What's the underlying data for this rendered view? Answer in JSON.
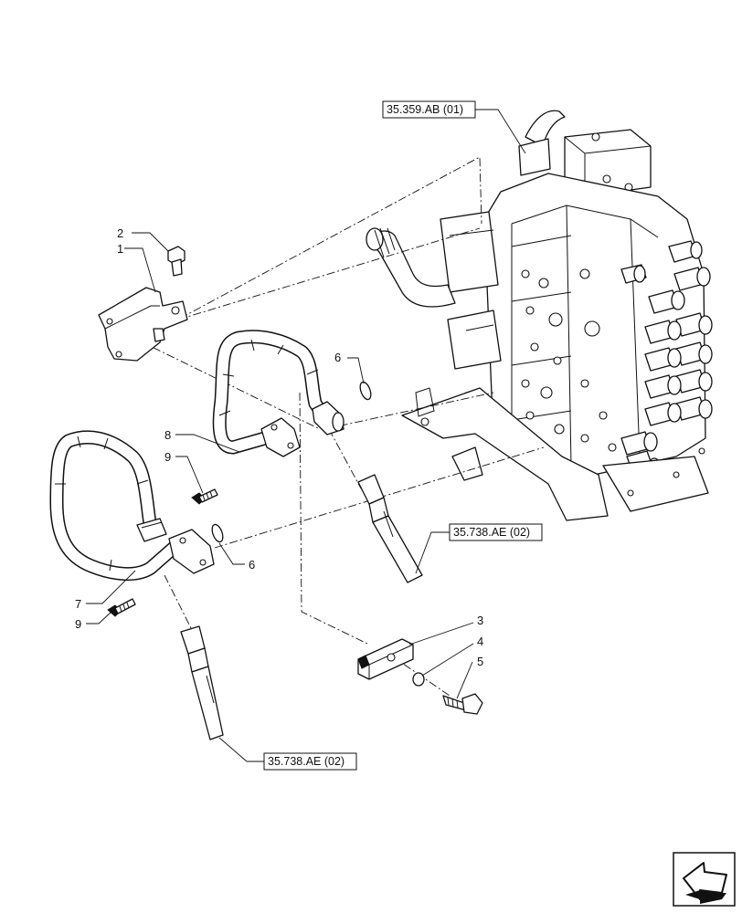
{
  "references": {
    "ref_top": "35.359.AB (01)",
    "ref_right": "35.738.AE (02)",
    "ref_bottom": "35.738.AE (02)"
  },
  "callouts": {
    "c1": "1",
    "c2": "2",
    "c3": "3",
    "c4": "4",
    "c5": "5",
    "c6a": "6",
    "c6b": "6",
    "c7": "7",
    "c8": "8",
    "c9a": "9",
    "c9b": "9"
  },
  "icons": {
    "nav": "next-page-arrow-icon"
  }
}
